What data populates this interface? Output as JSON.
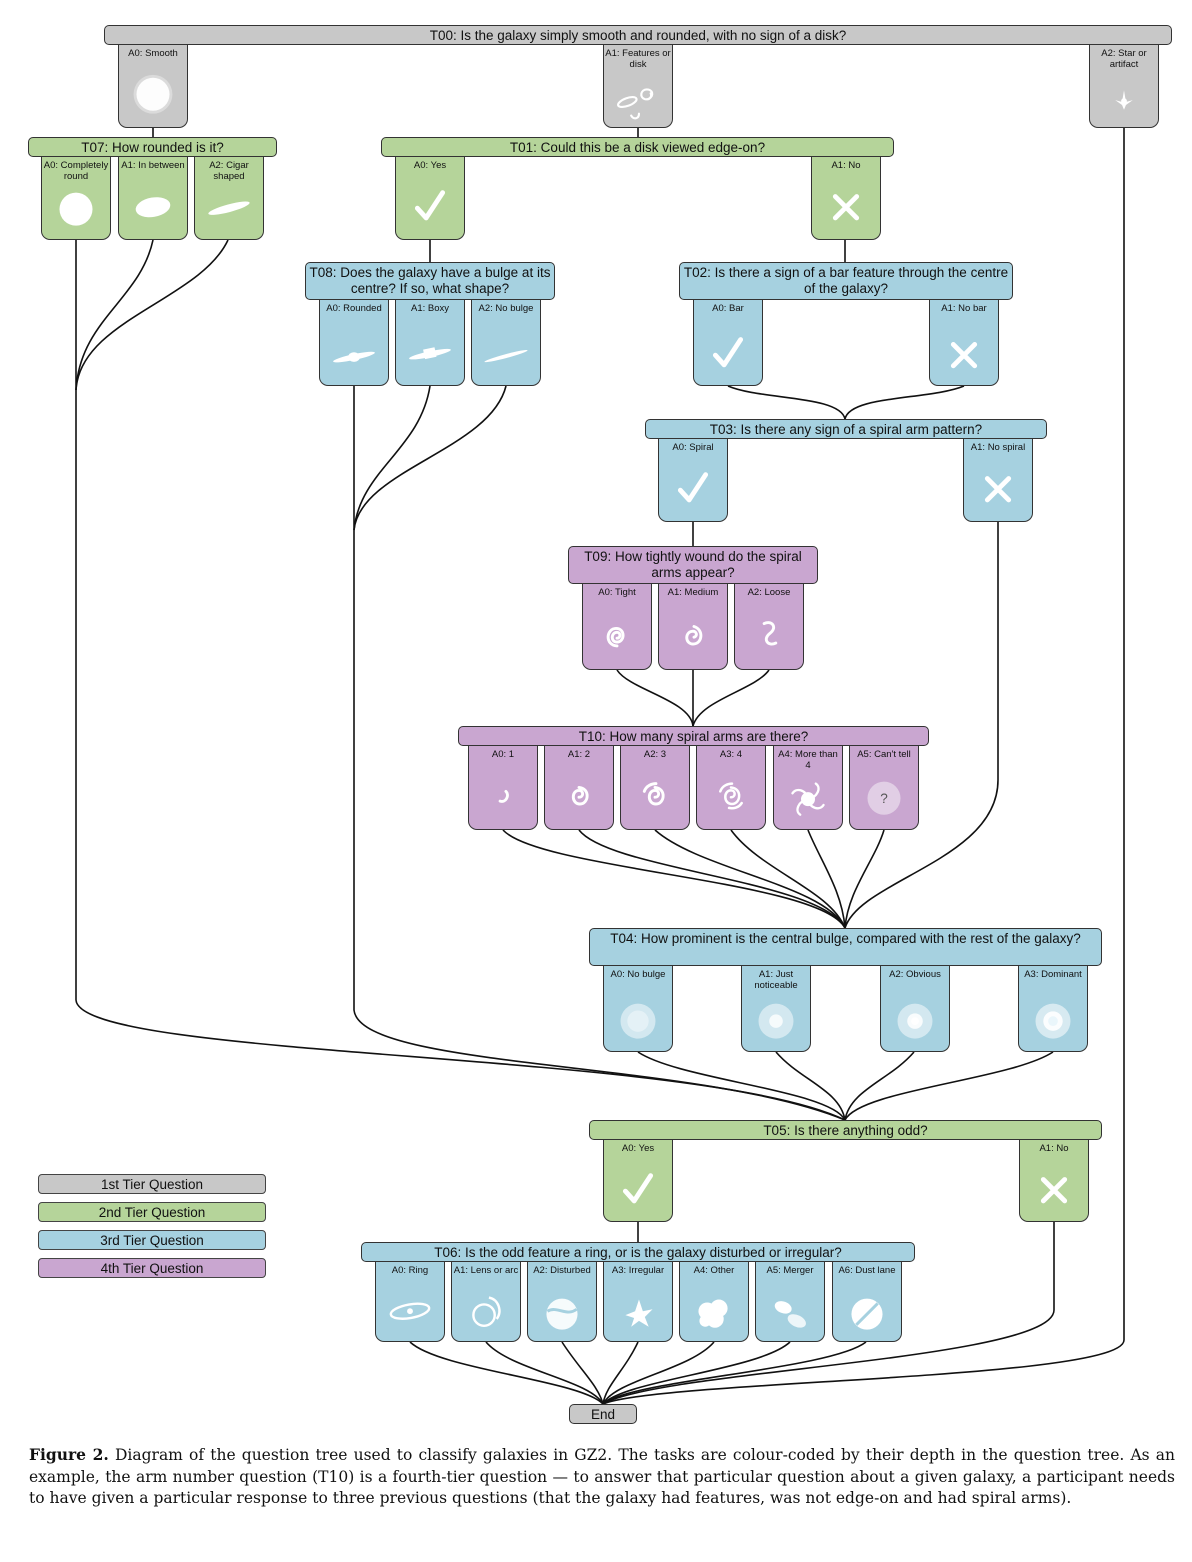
{
  "questions": {
    "T00": {
      "text": "T00: Is the galaxy simply smooth and rounded, with no sign of a disk?",
      "tier": 1,
      "answers": [
        "A0: Smooth",
        "A1: Features or disk",
        "A2: Star or artifact"
      ]
    },
    "T07": {
      "text": "T07: How rounded is it?",
      "tier": 2,
      "answers": [
        "A0: Completely round",
        "A1: In between",
        "A2: Cigar shaped"
      ]
    },
    "T01": {
      "text": "T01: Could this be a disk viewed edge-on?",
      "tier": 2,
      "answers": [
        "A0: Yes",
        "A1: No"
      ]
    },
    "T08": {
      "text": "T08: Does the galaxy have a bulge at its centre? If so, what shape?",
      "tier": 3,
      "answers": [
        "A0: Rounded",
        "A1: Boxy",
        "A2: No bulge"
      ]
    },
    "T02": {
      "text": "T02: Is there a sign of a bar feature through the centre of the galaxy?",
      "tier": 3,
      "answers": [
        "A0: Bar",
        "A1: No bar"
      ]
    },
    "T03": {
      "text": "T03: Is there any sign of a spiral arm pattern?",
      "tier": 3,
      "answers": [
        "A0: Spiral",
        "A1: No spiral"
      ]
    },
    "T09": {
      "text": "T09: How tightly wound do the spiral arms appear?",
      "tier": 4,
      "answers": [
        "A0: Tight",
        "A1: Medium",
        "A2: Loose"
      ]
    },
    "T10": {
      "text": "T10: How many spiral arms are there?",
      "tier": 4,
      "answers": [
        "A0: 1",
        "A1: 2",
        "A2: 3",
        "A3: 4",
        "A4: More than 4",
        "A5: Can't tell"
      ]
    },
    "T04": {
      "text": "T04: How prominent is the central bulge, compared with the rest of the galaxy?",
      "tier": 3,
      "answers": [
        "A0: No bulge",
        "A1: Just noticeable",
        "A2: Obvious",
        "A3: Dominant"
      ]
    },
    "T05": {
      "text": "T05: Is there anything odd?",
      "tier": 2,
      "answers": [
        "A0: Yes",
        "A1: No"
      ]
    },
    "T06": {
      "text": "T06: Is the odd feature a ring, or is the galaxy disturbed or irregular?",
      "tier": 3,
      "answers": [
        "A0: Ring",
        "A1: Lens or arc",
        "A2: Disturbed",
        "A3: Irregular",
        "A4: Other",
        "A5: Merger",
        "A6: Dust lane"
      ]
    }
  },
  "end_label": "End",
  "legend": [
    "1st Tier Question",
    "2nd Tier Question",
    "3rd Tier Question",
    "4th Tier Question"
  ],
  "tier_colors": {
    "1": "#c8c8c8",
    "2": "#b5d49a",
    "3": "#a6d1e0",
    "4": "#c9a6d0"
  },
  "caption": {
    "label": "Figure 2.",
    "text": "Diagram of the question tree used to classify galaxies in GZ2. The tasks are colour-coded by their depth in the question tree. As an example, the arm number question (T10) is a fourth-tier question — to answer that particular question about a given galaxy, a participant needs to have given a particular response to three previous questions (that the galaxy had features, was not edge-on and had spiral arms)."
  }
}
